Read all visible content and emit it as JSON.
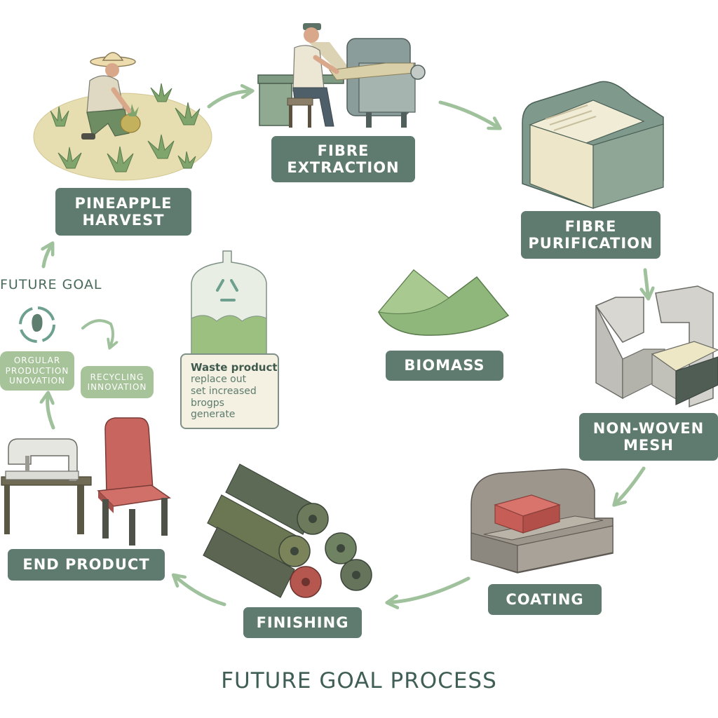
{
  "title": "FUTURE GOAL PROCESS",
  "stages": {
    "pineapple_harvest": {
      "line1": "PINEAPPLE",
      "line2": "HARVEST"
    },
    "fibre_extraction": {
      "line1": "FIBRE",
      "line2": "EXTRACTION"
    },
    "fibre_purification": {
      "line1": "FIBRE",
      "line2": "PURIFICATION"
    },
    "non_woven_mesh": {
      "line1": "NON-WOVEN",
      "line2": "MESH"
    },
    "coating": {
      "line1": "COATING"
    },
    "finishing": {
      "line1": "FINISHING"
    },
    "end_product": {
      "line1": "END PRODUCT"
    },
    "biomass": {
      "line1": "BIOMASS"
    }
  },
  "future_goal": {
    "heading": "FUTURE GOAL",
    "orgular": {
      "line1": "ORGULAR",
      "line2": "PRODUCTION",
      "line3": "UNOVATION"
    },
    "recycling": {
      "line1": "RECYCLING",
      "line2": "INNOVATION"
    }
  },
  "waste": {
    "title": "Waste product",
    "lines": [
      "replace out",
      "set increased",
      "brogps",
      "generate"
    ]
  },
  "colors": {
    "label_bg": "#5f7a6f",
    "arrow": "#9fc19c",
    "green_light": "#a7c39a",
    "accent_red": "#c6625c",
    "title_text": "#3f5e55"
  },
  "icons": [
    "recycle-icon",
    "farmer-icon",
    "extraction-machine-icon",
    "purification-box-icon",
    "mesh-machine-icon",
    "coating-machine-icon",
    "fibre-rolls-icon",
    "sewing-machine-icon",
    "chair-icon",
    "biomass-hills-icon",
    "waste-bag-icon",
    "footprint-icon"
  ]
}
